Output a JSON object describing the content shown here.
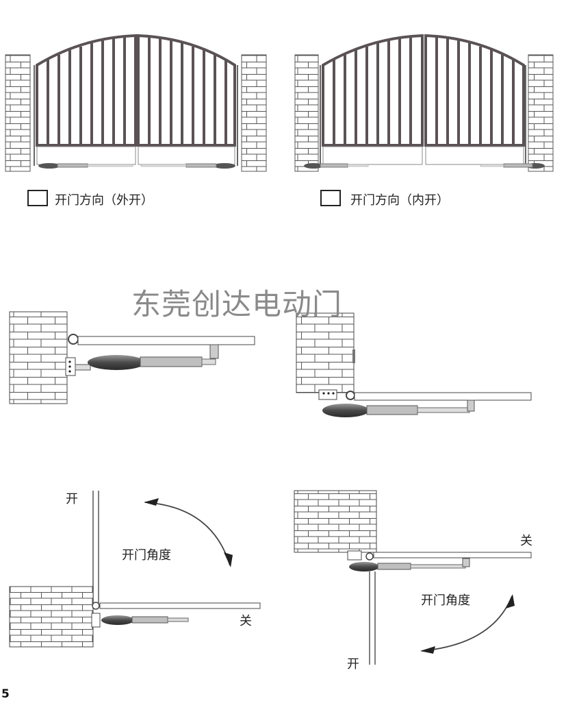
{
  "options": [
    {
      "label": "开门方向（外开）",
      "checked": false
    },
    {
      "label": "开门方向（内开）",
      "checked": false
    }
  ],
  "watermark": "东莞创达电动门",
  "swing_diagrams": [
    {
      "open_label": "开",
      "close_label": "关",
      "angle_label": "开门角度"
    },
    {
      "open_label": "开",
      "close_label": "关",
      "angle_label": "开门角度"
    }
  ],
  "page_number": "5"
}
